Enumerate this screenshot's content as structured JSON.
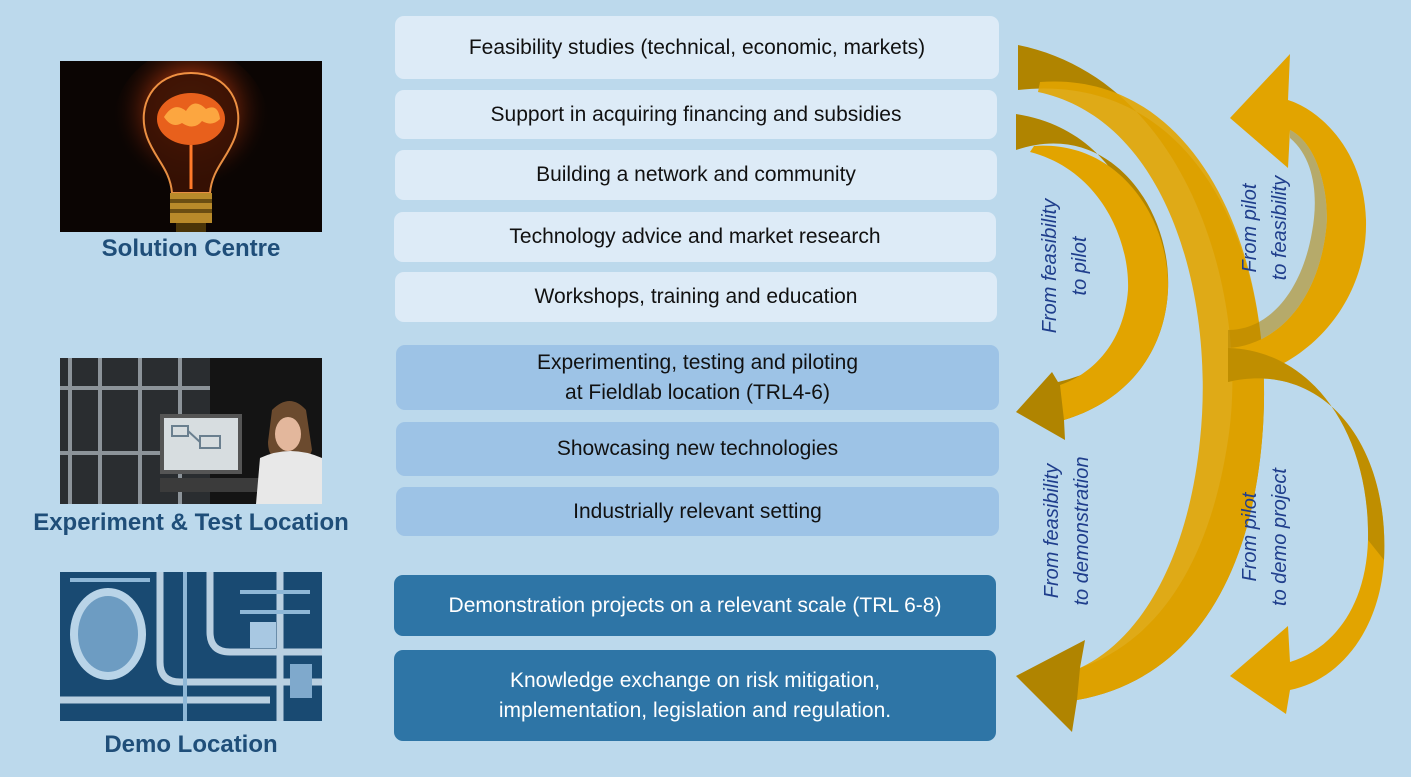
{
  "sections": {
    "solution_centre": "Solution Centre",
    "experiment_test": "Experiment & Test Location",
    "demo": "Demo Location"
  },
  "boxes": {
    "tier1": [
      "Feasibility studies (technical, economic, markets)",
      "Support in acquiring financing and subsidies",
      "Building a network and community",
      "Technology advice and market research",
      "Workshops, training and education"
    ],
    "tier2": [
      "Experimenting, testing and piloting\nat Fieldlab location (TRL4-6)",
      "Showcasing new technologies",
      "Industrially relevant setting"
    ],
    "tier3": [
      "Demonstration projects on a relevant scale (TRL 6-8)",
      "Knowledge exchange on risk mitigation,\nimplementation, legislation and regulation."
    ]
  },
  "arrows": {
    "feasibility_to_pilot": "From feasibility\nto pilot",
    "feasibility_to_demonstration": "From feasibility\nto demonstration",
    "pilot_to_feasibility": "From pilot\nto feasibility",
    "pilot_to_demo": "From pilot\nto demo project"
  },
  "colors": {
    "background": "#bcd9ec",
    "tier1": "#ddebf7",
    "tier2": "#9dc3e6",
    "tier3": "#2e75a6",
    "arrow_gold": "#e2a400",
    "arrow_dark_gold": "#b08400",
    "label_blue": "#1f4e79"
  },
  "images": {
    "solution_centre": "lightbulb-brain-photo",
    "experiment_test": "lab-technician-computer-photo",
    "demo": "industrial-piping-photo"
  }
}
